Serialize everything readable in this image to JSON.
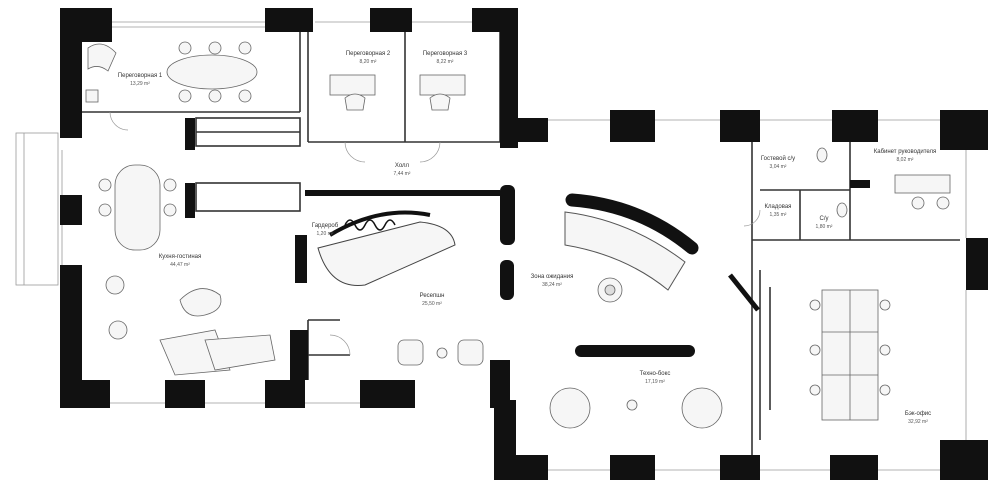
{
  "floor_plan": {
    "colors": {
      "wall": "#111111",
      "line": "#555555",
      "light_line": "#bbbbbb",
      "furniture": "#f6f6f6"
    },
    "rooms": [
      {
        "id": "meeting-1",
        "name": "Переговорная 1",
        "area": "13,29 m²"
      },
      {
        "id": "meeting-2",
        "name": "Переговорная 2",
        "area": "8,20 m²"
      },
      {
        "id": "meeting-3",
        "name": "Переговорная 3",
        "area": "8,22 m²"
      },
      {
        "id": "hall",
        "name": "Холл",
        "area": "7,44 m²"
      },
      {
        "id": "kitchen-living",
        "name": "Кухня-гостиная",
        "area": "44,47 m²"
      },
      {
        "id": "wardrobe",
        "name": "Гардероб",
        "area": "1,20 m²"
      },
      {
        "id": "reception",
        "name": "Ресепшн",
        "area": "25,50 m²"
      },
      {
        "id": "waiting-zone",
        "name": "Зона ожидания",
        "area": "38,24 m²"
      },
      {
        "id": "guest-wc",
        "name": "Гостевой с/у",
        "area": "3,04 m²"
      },
      {
        "id": "pantry",
        "name": "Кладовая",
        "area": "1,35 m²"
      },
      {
        "id": "wc",
        "name": "С/у",
        "area": "1,80 m²"
      },
      {
        "id": "director-office",
        "name": "Кабинет руководителя",
        "area": "8,02 m²"
      },
      {
        "id": "tech-box",
        "name": "Техно-бокс",
        "area": "17,19 m²"
      },
      {
        "id": "back-office",
        "name": "Бэк-офис",
        "area": "32,92 m²"
      }
    ]
  }
}
